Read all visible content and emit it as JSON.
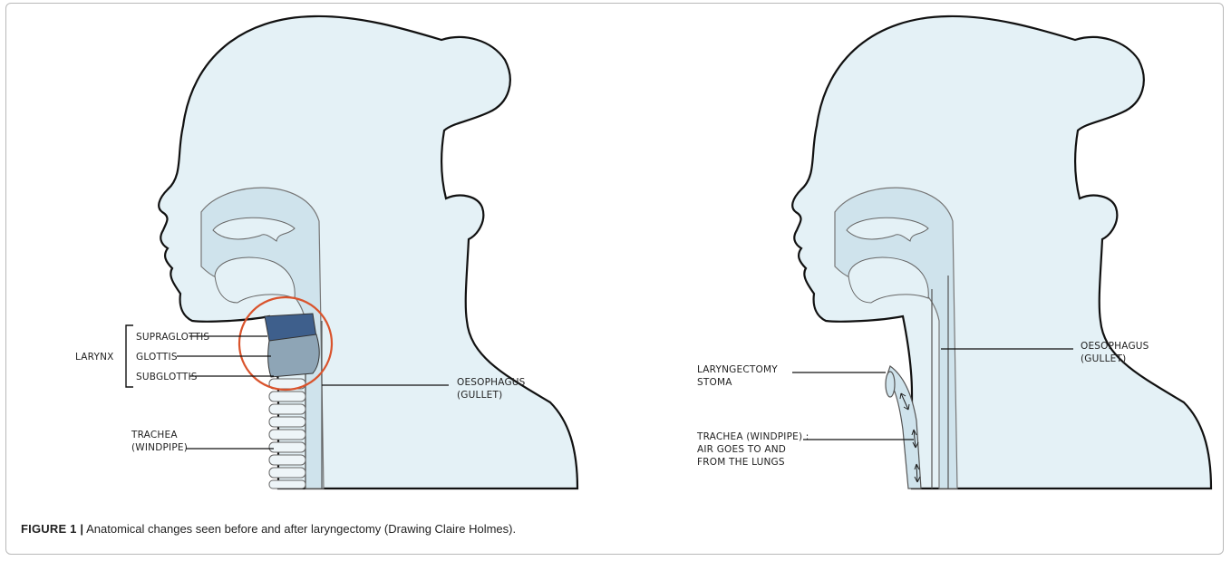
{
  "left_panel": {
    "labels": {
      "supraglottis": "SUPRAGLOTTIS",
      "larynx": "LARYNX",
      "glottis": "GLOTTIS",
      "subglottis": "SUBGLOTTIS",
      "trachea_line1": "TRACHEA",
      "trachea_line2": "(WINDPIPE)",
      "oesophagus_line1": "OESOPHAGUS",
      "oesophagus_line2": "(GULLET)"
    }
  },
  "right_panel": {
    "labels": {
      "stoma_line1": "LARYNGECTOMY",
      "stoma_line2": "STOMA",
      "trachea_line1": "TRACHEA (WINDPIPE) :",
      "trachea_line2": "AIR GOES TO AND",
      "trachea_line3": "FROM THE LUNGS",
      "oesophagus_line1": "OESOPHAGUS",
      "oesophagus_line2": "(GULLET)"
    }
  },
  "caption": {
    "lead": "FIGURE 1 |",
    "text": "Anatomical changes seen before and after laryngectomy (Drawing Claire Holmes)."
  },
  "colors": {
    "skin": "#e4f1f6",
    "airway": "#cfe3ec",
    "supraglottis": "#3e5f8c",
    "glottis": "#8ea5b6",
    "highlight_circle": "#d9532c"
  }
}
